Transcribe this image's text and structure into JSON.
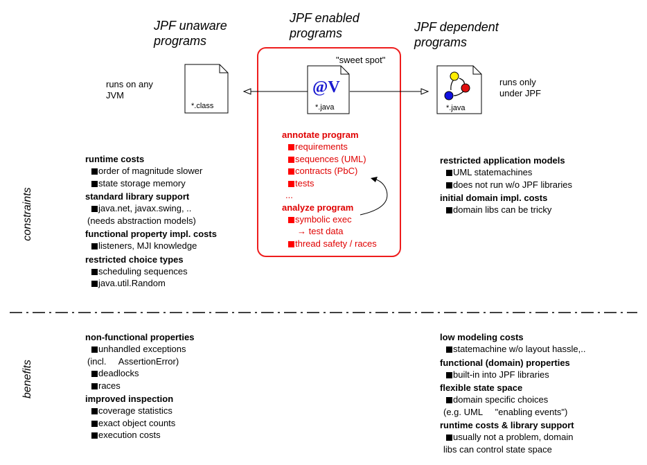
{
  "columns": {
    "unaware": {
      "title": [
        "JPF unaware",
        "programs"
      ],
      "side_note": [
        "runs on any",
        "JVM"
      ],
      "file_label": "*.class"
    },
    "enabled": {
      "title": [
        "JPF enabled",
        "programs"
      ],
      "sweet_spot": "\"sweet spot\"",
      "file_label": "*.java",
      "icon_text": "@V"
    },
    "dependent": {
      "title": [
        "JPF dependent",
        "programs"
      ],
      "side_note": [
        "runs only",
        "under JPF"
      ],
      "file_label": "*.java"
    }
  },
  "rows": {
    "constraints": "constraints",
    "benefits": "benefits"
  },
  "center_box": {
    "annotate_heading": "annotate program",
    "annotate_items": [
      "requirements",
      "sequences (UML)",
      "contracts (PbC)",
      "tests"
    ],
    "ellipsis": "...",
    "analyze_heading": "analyze program",
    "analyze_items": [
      "symbolic exec",
      "→ test data",
      "thread safety / races"
    ]
  },
  "constraints_left": [
    {
      "heading": "runtime costs",
      "items": [
        "order of magnitude slower",
        "state storage memory"
      ]
    },
    {
      "heading": "standard library support",
      "items": [
        "java.net, javax.swing, .."
      ],
      "note": "(needs abstraction models)"
    },
    {
      "heading": "functional property impl. costs",
      "items": [
        "listeners, MJI knowledge"
      ]
    },
    {
      "heading": "restricted choice types",
      "items": [
        "scheduling sequences",
        "java.util.Random"
      ]
    }
  ],
  "constraints_right": [
    {
      "heading": "restricted application models",
      "items": [
        "UML statemachines",
        "does not run w/o JPF libraries"
      ]
    },
    {
      "heading": "initial domain impl. costs",
      "items": [
        "domain libs can be tricky"
      ]
    }
  ],
  "benefits_left": [
    {
      "heading": "non-functional properties",
      "items": [
        "unhandled exceptions"
      ],
      "note": "(incl.     AssertionError)",
      "items2": [
        "deadlocks",
        "races"
      ]
    },
    {
      "heading": "improved inspection",
      "items": [
        "coverage statistics",
        "exact object counts",
        "execution costs"
      ]
    }
  ],
  "benefits_right": [
    {
      "heading": "low modeling costs",
      "items": [
        "statemachine w/o layout hassle,.."
      ]
    },
    {
      "heading": "functional (domain) properties",
      "items": [
        "built-in into JPF libraries"
      ]
    },
    {
      "heading": "flexible state space",
      "items": [
        "domain specific choices"
      ],
      "note": "(e.g. UML     \"enabling events\")"
    },
    {
      "heading": "runtime costs & library support",
      "items": [
        "usually not a problem, domain"
      ],
      "note": "libs can control state space"
    }
  ],
  "colors": {
    "accent_red": "#ee1c1c",
    "text_red": "#e00000",
    "icon_blue": "#1a1ad0",
    "node_yellow": "#ffee00",
    "node_red": "#e01010",
    "node_blue": "#1010e0"
  }
}
